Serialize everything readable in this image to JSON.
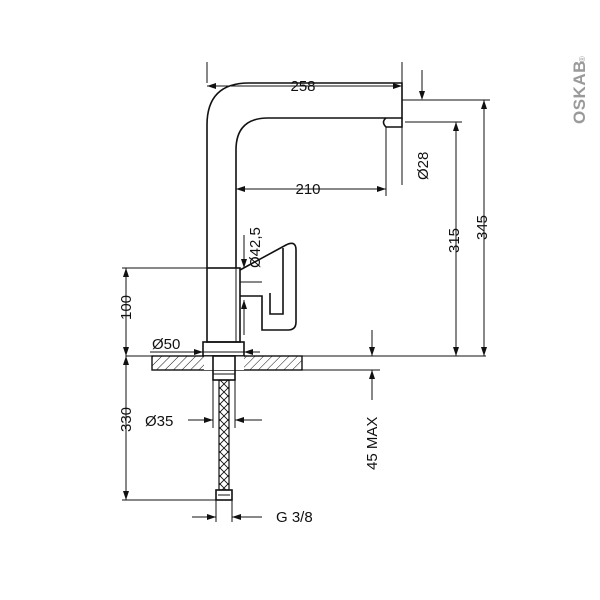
{
  "brand": {
    "logo_text": "OSKAB",
    "registered": "®"
  },
  "dimensions": {
    "spout_reach_overall": "258",
    "spout_reach_axis": "210",
    "spout_outlet_diameter": "Ø28",
    "body_diameter": "Ø42,5",
    "height_outlet": "315",
    "height_total": "345",
    "body_height": "100",
    "base_diameter": "Ø50",
    "shank_diameter": "Ø35",
    "shank_length": "330",
    "max_deck_thickness": "45 MAX",
    "connection_thread": "G 3/8"
  },
  "colors": {
    "line": "#111111",
    "logo": "#9a9a9a",
    "background": "#ffffff"
  }
}
